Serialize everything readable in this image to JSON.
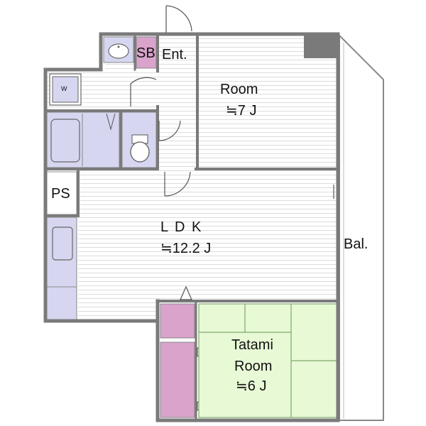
{
  "plan": {
    "room": {
      "name": "Room",
      "area": "≒7 J"
    },
    "ldk": {
      "name": "L D K",
      "area": "≒12.2 J"
    },
    "tatami": {
      "name_line1": "Tatami",
      "name_line2": "Room",
      "area": "≒6 J"
    },
    "balcony": {
      "name": "Bal."
    },
    "entrance": {
      "name": "Ent."
    },
    "shoe_box": {
      "name": "SB"
    },
    "pipe_space": {
      "name": "PS"
    },
    "washer": {
      "name": "W"
    }
  },
  "colors": {
    "wall": "#7a7a7a",
    "floor_lines": "#dcdcdc",
    "fixture": "#d6d6f0",
    "storage": "#d9a3cc",
    "tatami": "#e8f9d6",
    "tatami_lines": "#7fa86a"
  }
}
